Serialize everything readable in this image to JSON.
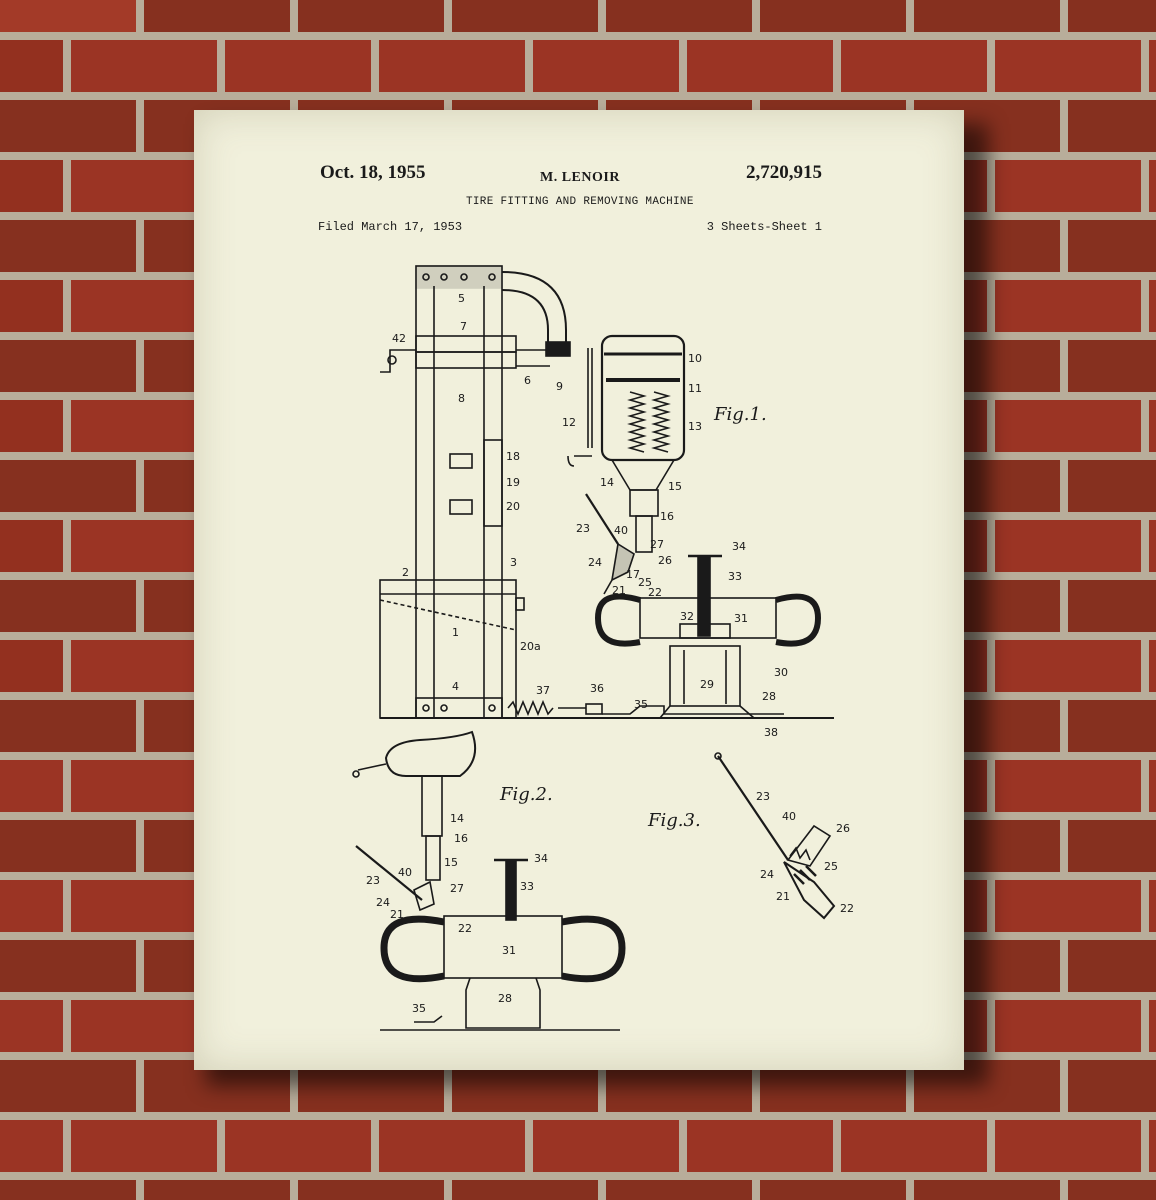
{
  "patent": {
    "date": "Oct. 18, 1955",
    "inventor": "M. LENOIR",
    "number": "2,720,915",
    "title": "TIRE FITTING AND REMOVING MACHINE",
    "filed": "Filed March 17, 1953",
    "sheets": "3 Sheets-Sheet 1"
  },
  "figures": {
    "fig1": "Fig.1.",
    "fig2": "Fig.2.",
    "fig3": "Fig.3."
  },
  "refs": {
    "r1": "1",
    "r2": "2",
    "r3": "3",
    "r4": "4",
    "r5": "5",
    "r6": "6",
    "r7": "7",
    "r8": "8",
    "r9": "9",
    "r10": "10",
    "r11": "11",
    "r12": "12",
    "r13": "13",
    "r14": "14",
    "r15": "15",
    "r16": "16",
    "r17": "17",
    "r18": "18",
    "r19": "19",
    "r20": "20",
    "r20a": "20a",
    "r21": "21",
    "r22": "22",
    "r23": "23",
    "r24": "24",
    "r25": "25",
    "r26": "26",
    "r27": "27",
    "r28": "28",
    "r29": "29",
    "r30": "30",
    "r31": "31",
    "r32": "32",
    "r33": "33",
    "r34": "34",
    "r35": "35",
    "r36": "36",
    "r37": "37",
    "r38": "38",
    "r40": "40",
    "r42": "42"
  },
  "colors": {
    "ink": "#1a1a1a",
    "paper": "#f1f0dc",
    "brick": "#8a2c1e",
    "mortar": "#b8ad9a"
  }
}
